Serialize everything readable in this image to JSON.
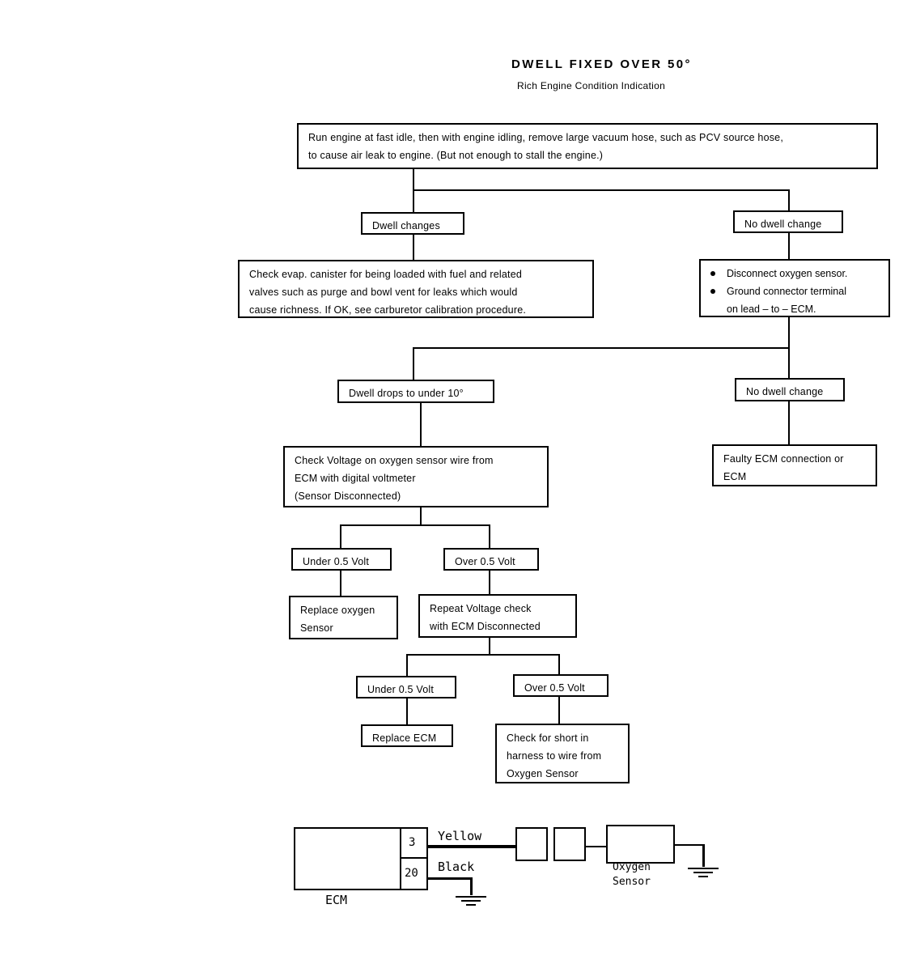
{
  "header": {
    "title": "DWELL FIXED OVER 50°",
    "subtitle": "Rich Engine Condition Indication"
  },
  "flow": {
    "start": {
      "line1": "Run engine at fast idle, then with engine idling, remove large vacuum hose, such as PCV source hose,",
      "line2": "to cause air leak to engine.  (But not enough to stall the engine.)"
    },
    "branch_left": {
      "label": "Dwell changes"
    },
    "branch_right": {
      "label": "No dwell change"
    },
    "evap_check": {
      "line1": "Check evap. canister for being loaded with fuel and related",
      "line2": "valves such as purge and bowl vent for leaks which would",
      "line3": "cause richness.  If OK, see carburetor calibration procedure."
    },
    "disconnect_steps": {
      "bullet1": "Disconnect oxygen sensor.",
      "bullet2": "Ground connector terminal",
      "bullet2_cont": "on lead – to – ECM."
    },
    "dwell_drops": {
      "label": "Dwell drops to under 10°"
    },
    "no_dwell_change_2": {
      "label": "No dwell change"
    },
    "faulty_ecm": {
      "line1": "Faulty ECM connection or",
      "line2": "ECM"
    },
    "check_voltage": {
      "line1": "Check Voltage on oxygen sensor wire from",
      "line2": "ECM with digital voltmeter",
      "line3": "(Sensor Disconnected)"
    },
    "under_volt_1": {
      "label": "Under 0.5 Volt"
    },
    "over_volt_1": {
      "label": "Over 0.5 Volt"
    },
    "replace_sensor": {
      "line1": "Replace oxygen",
      "line2": "Sensor"
    },
    "repeat_check": {
      "line1": "Repeat Voltage check",
      "line2": "with ECM Disconnected"
    },
    "under_volt_2": {
      "label": "Under 0.5 Volt"
    },
    "over_volt_2": {
      "label": "Over 0.5 Volt"
    },
    "replace_ecm": {
      "label": "Replace ECM"
    },
    "check_short": {
      "line1": "Check for short in",
      "line2": "harness to wire from",
      "line3": "Oxygen Sensor"
    }
  },
  "wiring": {
    "ecm_label": "ECM",
    "pin_top": "3",
    "pin_bottom": "20",
    "wire_top": "Yellow",
    "wire_bottom": "Black",
    "sensor_label_line1": "Oxygen",
    "sensor_label_line2": "Sensor"
  }
}
